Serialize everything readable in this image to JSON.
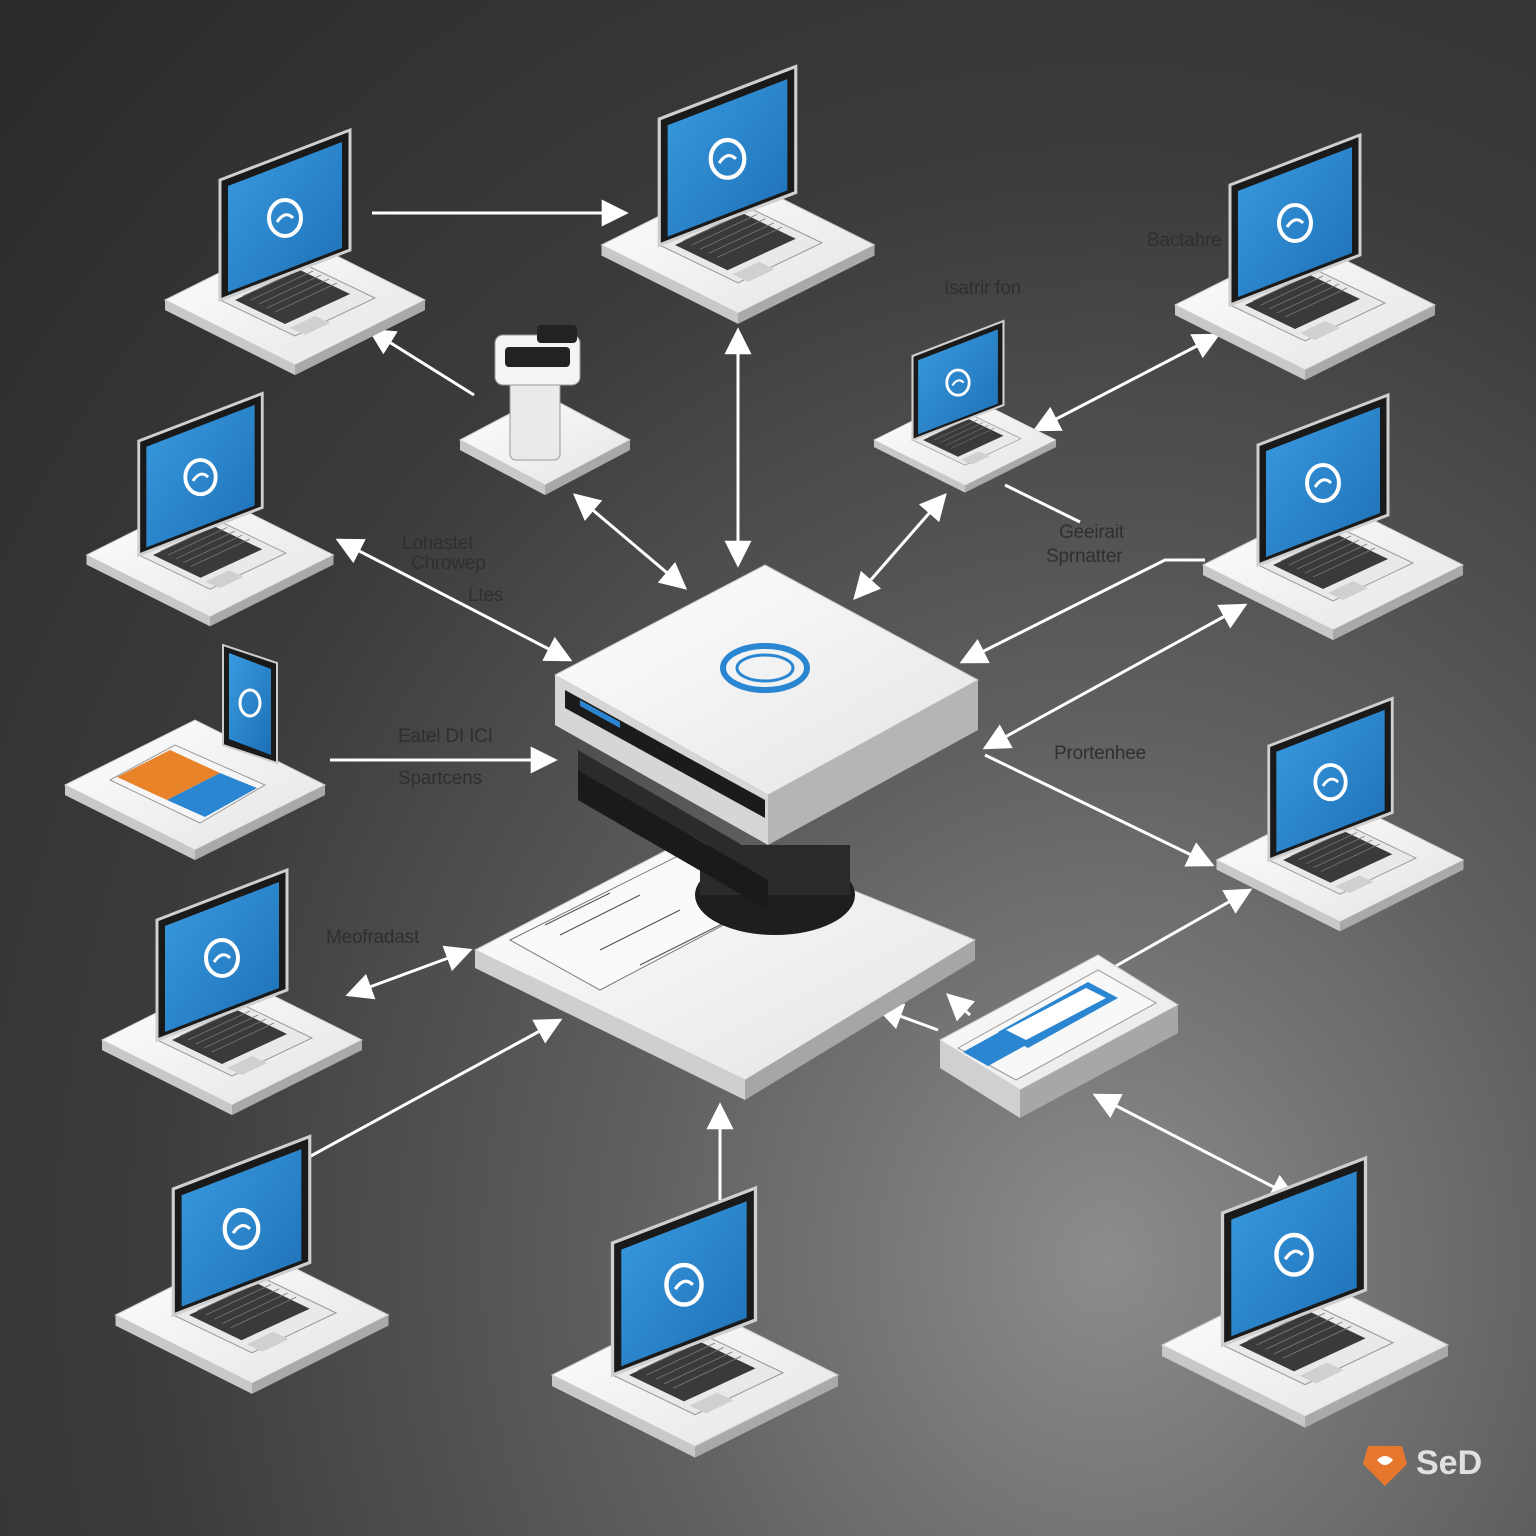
{
  "labels": {
    "backhaul": "Bactahre",
    "isolation": "Isatrir fon",
    "lohaster": "Lohastet",
    "chrower": "Chrowep",
    "ltes": "Ltes",
    "gobrait": "Geeirait",
    "sprnatter": "Sprnatter",
    "eatel": "Eatel DI ICI",
    "sparteens": "Spartcens",
    "prortenhe": "Prortenhee",
    "meofradst": "Meofradast"
  },
  "brand": {
    "name": "SeD",
    "accent": "#e8772e"
  },
  "colors": {
    "screen_blue": "#2a86d0",
    "hub_white": "#f2f2f2",
    "arrow": "#ffffff",
    "tablet_orange": "#e8832a"
  },
  "icons": [
    "laptop-icon",
    "server-hub-icon",
    "tablet-icon",
    "phone-icon",
    "camera-icon",
    "network-arrow-icon"
  ]
}
